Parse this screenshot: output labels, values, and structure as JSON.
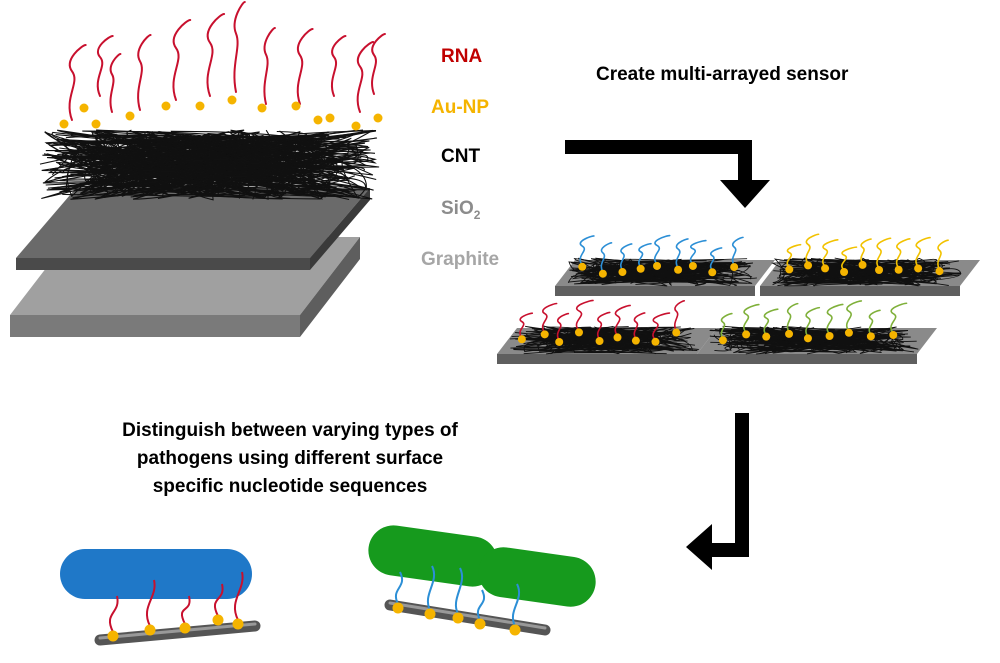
{
  "layers": {
    "rna": {
      "label": "RNA",
      "color": "#c00000"
    },
    "au_np": {
      "label": "Au-NP",
      "color": "#f5b400"
    },
    "cnt": {
      "label": "CNT",
      "color": "#000000"
    },
    "sio2": {
      "label": "SiO",
      "sub": "2",
      "color": "#8c8c8c"
    },
    "graphite": {
      "label": "Graphite",
      "color": "#a6a6a6"
    }
  },
  "steps": {
    "create": "Create multi-arrayed sensor",
    "distinguish_line1": "Distinguish between varying types of",
    "distinguish_line2": "pathogens using different surface",
    "distinguish_line3": "specific nucleotide sequences"
  },
  "colors": {
    "pathogen_blue": "#1f78c8",
    "pathogen_green": "#169a1d",
    "strand_blue": "#2c8fd6",
    "strand_yellow": "#f2c200",
    "strand_red": "#c8102e",
    "strand_green": "#7fb03a",
    "substrate_dark": "#5f5f5f",
    "substrate_light": "#8a8a8a"
  }
}
